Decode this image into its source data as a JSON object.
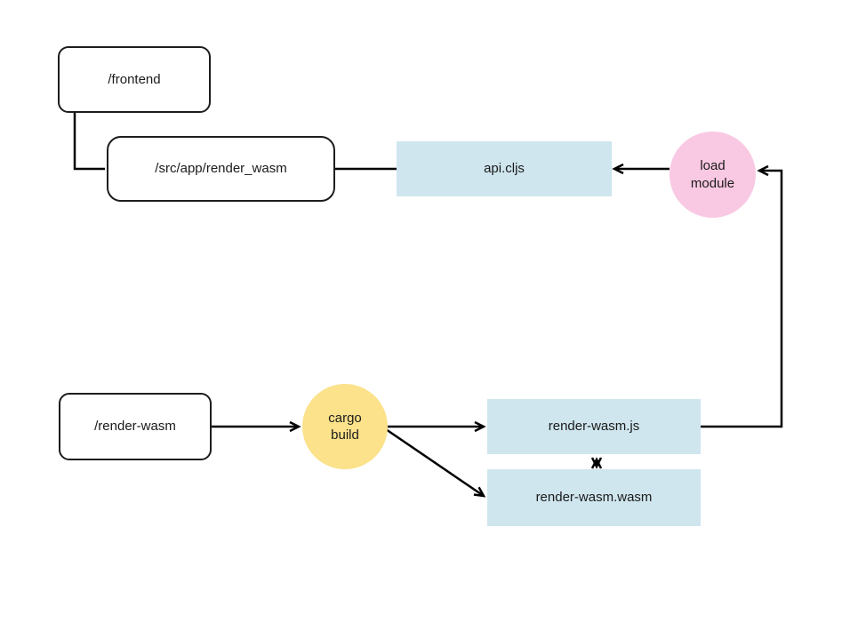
{
  "diagram": {
    "nodes": {
      "frontend": {
        "label": "/frontend"
      },
      "src_render_wasm": {
        "label": "/src/app/render_wasm"
      },
      "api_cljs": {
        "label": "api.cljs"
      },
      "load_module": {
        "line1": "load",
        "line2": "module"
      },
      "render_wasm_dir": {
        "label": "/render-wasm"
      },
      "cargo_build": {
        "line1": "cargo",
        "line2": "build"
      },
      "render_wasm_js": {
        "label": "render-wasm.js"
      },
      "render_wasm_wasm": {
        "label": "render-wasm.wasm"
      }
    },
    "colors": {
      "file_box_blue": "#cfe6ee",
      "load_module_pink": "#f9c8e2",
      "cargo_build_yellow": "#fbe28b",
      "connector_black": "#000000",
      "box_border": "#1d1d1d",
      "text": "#1a1a1a",
      "background": "#ffffff"
    }
  }
}
